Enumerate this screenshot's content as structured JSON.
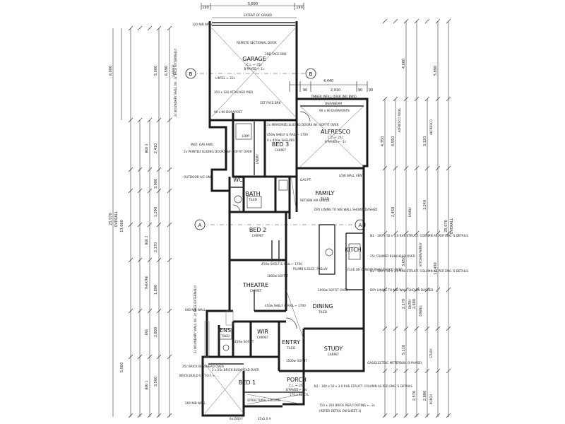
{
  "top_dims": {
    "overall": "5,890",
    "left": "190",
    "right": "190",
    "extent": "EXTENT OF GRANO",
    "row2": [
      "4,440",
      "90",
      "2,910",
      "90",
      "90"
    ]
  },
  "right_dims": {
    "outer": [
      "4,680",
      "5,890",
      "25,070",
      "OVERALL",
      "13,490"
    ],
    "inner": [
      "4,550",
      "4,350",
      "3,120",
      "2,450",
      "3,240",
      "3,650",
      "2,170",
      "2,680",
      "5,110",
      "2,570",
      "2,800"
    ],
    "labels": [
      "ALFRESCO WALL",
      "ALFRESCO",
      "FAMILY",
      "KITCHEN/FAMILY",
      "ENTRY",
      "DINING",
      "STUDY",
      "PORCH"
    ]
  },
  "left_dims": {
    "outer": [
      "6,000",
      "25,070",
      "13,060",
      "5,560",
      "OVERALL"
    ],
    "inner": [
      "6,590",
      "5,000",
      "2,410",
      "3,900",
      "1,290",
      "2,170",
      "1,890",
      "2,800",
      "3,560"
    ],
    "labels": [
      "GARAGE",
      "BED 3",
      "BED 2",
      "THEATRE",
      "ENS",
      "BED 1"
    ]
  },
  "grid": {
    "a": "A",
    "b": "B"
  },
  "rooms": {
    "garage": {
      "name": "GARAGE",
      "sub": "C.L. ← 25c",
      "sub2": "B'PAVED ← 1c"
    },
    "bed3": {
      "name": "BED 3",
      "sub": "CARPET"
    },
    "alfresco": {
      "name": "ALFRESCO",
      "sub": "C.L. ← 25c",
      "sub2": "B'PAVED ← -1c"
    },
    "family": {
      "name": "FAMILY",
      "sub": "TILED"
    },
    "bath": {
      "name": "BATH",
      "sub": "TILED"
    },
    "wc": {
      "name": "WC"
    },
    "bed2": {
      "name": "BED 2",
      "sub": "CARPET"
    },
    "kitch": {
      "name": "KITCH"
    },
    "theatre": {
      "name": "THEATRE",
      "sub": "CARPET"
    },
    "dining": {
      "name": "DINING",
      "sub": "TILED"
    },
    "ens": {
      "name": "ENS",
      "sub": "TILED"
    },
    "wir": {
      "name": "WIR",
      "sub": "CARPET"
    },
    "entry": {
      "name": "ENTRY",
      "sub": "TILED"
    },
    "study": {
      "name": "STUDY",
      "sub": "CARPET"
    },
    "bed1": {
      "name": "BED 1"
    },
    "porch": {
      "name": "PORCH",
      "sub": "C.L. ← 25c",
      "sub2": "B'PAVED ← -3c"
    },
    "lndry": {
      "name": "LNDRY"
    },
    "lory": {
      "name": "LORY"
    }
  },
  "notes": {
    "boundary_wall_top": "120 NIB WALL",
    "remote_door": "REMOTE SECTIONAL DOOR",
    "face_brick": "2ND FACE BRK",
    "lintel": "LINTEL ← 22c",
    "attached_pier": "350 x 120 ATTACHED PIER",
    "durapost": "90 x 90 DURAPOST",
    "face_brk_2": "1ST FACE BRK",
    "timber_infill": "TIMBER INFILL OVER (NO BWK)",
    "durabeam": "DURABEAM",
    "durapost_alf": "90 x 90 DURAPOSTS",
    "mirrored_doors": "2x MIRRORED SLIDING DOORS W/- SOFFIT OVER",
    "shelf_rail": "450w SHELF & RAIL ← 1700",
    "shelves": "4 x 450w SHELVES",
    "painted_doors": "2x PAINTED SLIDING DOORS W/- SOFFIT OVER",
    "inst_gas": "INST. GAS HWU",
    "boundary_wall_left": "2c BOUNDARY WALL W/- 2c FACE EXTERNALLY",
    "outdoor_ac": "OUTDOOR A/C UNIT",
    "low_wall": "LOW WALL VENT",
    "return_air": "RETURN AIR GRILLE",
    "dry_lining": "DRY LINING TO N/B WALL SHOWN DASHED",
    "gas_pt": "GAS PT.",
    "column_right1": "N1 - 100 x 50 x 3.0 RHS STRUCT. COLUMN AS PER ENG.'S DETAILS",
    "bulkhead_kitch": "25c FRAMED BULKHEAD OVER",
    "column_right2": "N1 - 100 x 50 x 3.0 RHS STRUCT. COLUMN AS PER ENG.'S DETAILS",
    "flue": "FLUE OR CANOPY RANGEHOOD OVER",
    "dry_lining_2": "DRY LINING TO N/B WALL SHOWN DASHED",
    "plumb": "PLUMB & ELEC. PRELAY",
    "shelf_theatre": "450w SHELF & RAIL ← 1700",
    "soffit_theatre": "1800w SOFFIT",
    "shelf_theatre2": "450w SHELF & RAIL ← 1700",
    "shelf_over": "2000w SOFFIT OVER",
    "nib_wall_600": "600 NIB WALL",
    "boundary_left2": "2c BOUNDARY WALL W/- 2c FACE EXTERNALLY",
    "soffit_entry": "1500w SOFFIT",
    "brick_bulkhead": "25c BRICK BULKHEAD OVER",
    "brick_build_up": "BRICK BUILD UP T.O.F. ← ...",
    "brick_bulkhead2": "2 x 25c BRICK BULKHEAD OVER",
    "meterbox": "GAS/ELECTRIC METERBOX (3-PHASE)",
    "column_porch": "N1 - 100 x 50 x 3.0 RHS STRUCT. COLUMN AS PER ENG.'S DETAILS",
    "structural_col": "STRUCTURAL COLUMN",
    "pier_footing": "710 x 350 BRICK PIER FOOTING ← -3c",
    "refer_detail": "(REFER DETAIL ON SHEET 3)",
    "cyl": "170 x 63 CYL",
    "bottom_dim": "6x1500 F",
    "bottom_dim2": "25x5.0 A",
    "nib_500": "500 NIB WALL",
    "soffit_wir": "450w SOFFIT"
  },
  "colors": {
    "line": "#1a1a1a",
    "background": "#ffffff"
  }
}
